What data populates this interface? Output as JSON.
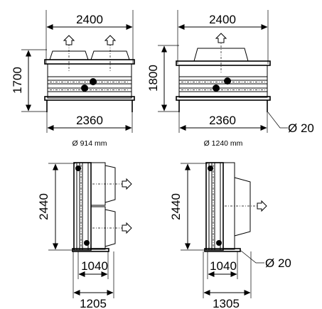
{
  "views": {
    "small_front": {
      "width_top": "2400",
      "height": "1700",
      "width_bottom": "2360",
      "caption": "Ø 914 mm"
    },
    "large_front": {
      "width_top": "2400",
      "height": "1800",
      "width_bottom": "2360",
      "caption": "Ø 1240 mm",
      "foot_diameter": "Ø 20"
    },
    "small_side": {
      "height": "2440",
      "inner_width": "1040",
      "outer_width": "1205"
    },
    "large_side": {
      "height": "2440",
      "inner_width": "1040",
      "outer_width": "1305",
      "foot_diameter": "Ø 20"
    }
  }
}
